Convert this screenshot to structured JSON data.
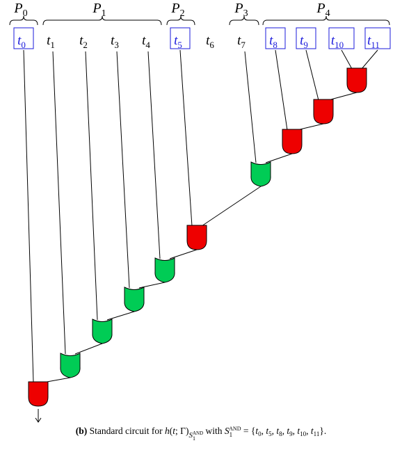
{
  "figure": {
    "partitions": [
      {
        "id": "P0",
        "name": "P",
        "sub": "0"
      },
      {
        "id": "P1",
        "name": "P",
        "sub": "1"
      },
      {
        "id": "P2",
        "name": "P",
        "sub": "2"
      },
      {
        "id": "P3",
        "name": "P",
        "sub": "3"
      },
      {
        "id": "P4",
        "name": "P",
        "sub": "4"
      }
    ],
    "inputs": [
      {
        "name": "t",
        "sub": "0",
        "boxed": true
      },
      {
        "name": "t",
        "sub": "1",
        "boxed": false
      },
      {
        "name": "t",
        "sub": "2",
        "boxed": false
      },
      {
        "name": "t",
        "sub": "3",
        "boxed": false
      },
      {
        "name": "t",
        "sub": "4",
        "boxed": false
      },
      {
        "name": "t",
        "sub": "5",
        "boxed": true
      },
      {
        "name": "t",
        "sub": "6",
        "boxed": false
      },
      {
        "name": "t",
        "sub": "7",
        "boxed": false
      },
      {
        "name": "t",
        "sub": "8",
        "boxed": true
      },
      {
        "name": "t",
        "sub": "9",
        "boxed": true
      },
      {
        "name": "t",
        "sub": "10",
        "boxed": true
      },
      {
        "name": "t",
        "sub": "11",
        "boxed": true
      }
    ],
    "gates": [
      {
        "id": "g11",
        "type": "and",
        "color": "red"
      },
      {
        "id": "g9",
        "type": "and",
        "color": "red"
      },
      {
        "id": "g8",
        "type": "and",
        "color": "red"
      },
      {
        "id": "g7",
        "type": "or",
        "color": "green"
      },
      {
        "id": "g5",
        "type": "and",
        "color": "red"
      },
      {
        "id": "g4",
        "type": "or",
        "color": "green"
      },
      {
        "id": "g3",
        "type": "or",
        "color": "green"
      },
      {
        "id": "g2",
        "type": "or",
        "color": "green"
      },
      {
        "id": "g1",
        "type": "or",
        "color": "green"
      },
      {
        "id": "g0",
        "type": "and",
        "color": "red"
      }
    ],
    "colors": {
      "and_gate": "#ee0000",
      "or_gate": "#00cc55",
      "boxed_input": "#1a1adb",
      "wire": "#000000"
    }
  },
  "caption": {
    "label": "(b)",
    "text": "Standard circuit for h(t; Γ)S1AND with S1AND = {t0, t5, t8, t9, t10, t11}."
  }
}
